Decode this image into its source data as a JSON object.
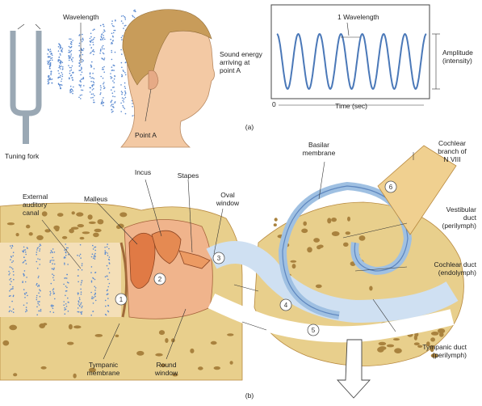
{
  "panel_a": {
    "tuning_fork": "Tuning fork",
    "wavelength": "Wavelength",
    "point_a": "Point A",
    "sound_energy": [
      "Sound energy",
      "arriving at",
      "point A"
    ],
    "one_wavelength": "1 Wavelength",
    "amplitude": [
      "Amplitude",
      "(intensity)"
    ],
    "time_axis": "Time (sec)",
    "origin": "0",
    "panel_label": "(a)"
  },
  "panel_b": {
    "incus": "Incus",
    "stapes": "Stapes",
    "oval_window": [
      "Oval",
      "window"
    ],
    "basilar_membrane": [
      "Basilar",
      "membrane"
    ],
    "cochlear_branch": [
      "Cochlear",
      "branch of",
      "N VIII"
    ],
    "external_canal": [
      "External",
      "auditory",
      "canal"
    ],
    "malleus": "Malleus",
    "vestibular_duct": [
      "Vestibular",
      "duct",
      "(perilymph)"
    ],
    "cochlear_duct": [
      "Cochlear duct",
      "(endolymph)"
    ],
    "tympanic_duct": [
      "Tympanic duct",
      "(perilymph)"
    ],
    "tympanic_membrane": [
      "Tympanic",
      "membrane"
    ],
    "round_window": [
      "Round",
      "window"
    ],
    "steps": [
      "1",
      "2",
      "3",
      "4",
      "5",
      "6"
    ],
    "panel_label": "(b)"
  },
  "colors": {
    "bone": "#e8cf8c",
    "bone_dark": "#b8893f",
    "ossicle": "#e07a45",
    "fluid": "#cfe0f2",
    "fluid_line": "#6d93c6",
    "skin": "#f3c9a4",
    "hair": "#c89c5a",
    "nerve": "#f0d090"
  }
}
